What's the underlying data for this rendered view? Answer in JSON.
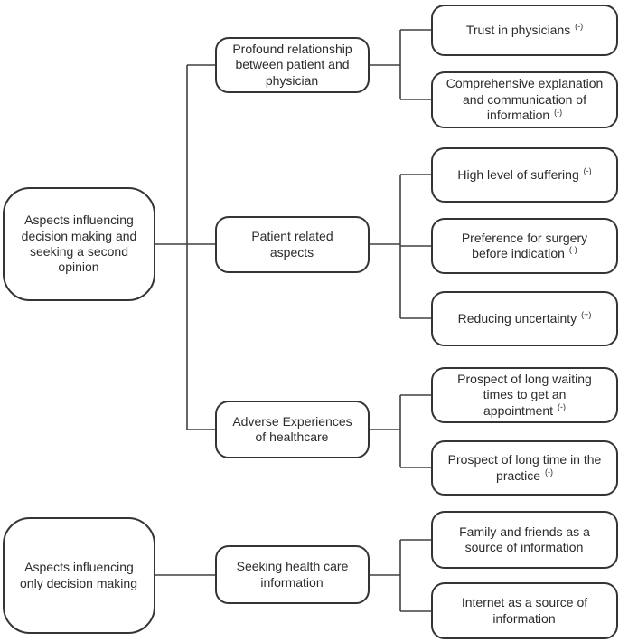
{
  "diagram": {
    "type": "hierarchy-flowchart",
    "colors": {
      "background": "#ffffff",
      "box_border": "#343434",
      "connector_line": "#404040",
      "text": "#2b2b2b"
    },
    "nodes": {
      "l1": {
        "label": "Aspects influencing decision making and seeking a second opinion",
        "sup": ""
      },
      "l2": {
        "label": "Aspects influencing only decision making",
        "sup": ""
      },
      "m1": {
        "label": "Profound relationship between patient and physician",
        "sup": ""
      },
      "m2": {
        "label": "Patient related aspects",
        "sup": ""
      },
      "m3": {
        "label": "Adverse Experiences of healthcare",
        "sup": ""
      },
      "m4": {
        "label": "Seeking health care information",
        "sup": ""
      },
      "r1": {
        "label": "Trust in physicians",
        "sup": "(-)"
      },
      "r2": {
        "label": "Comprehensive explanation and communication of information",
        "sup": "(-)"
      },
      "r3": {
        "label": "High level of suffering",
        "sup": "(-)"
      },
      "r4": {
        "label": "Preference for surgery before indication",
        "sup": "(-)"
      },
      "r5": {
        "label": "Reducing uncertainty",
        "sup": "(+)"
      },
      "r6": {
        "label": "Prospect of long waiting times to get an appointment",
        "sup": "(-)"
      },
      "r7": {
        "label": "Prospect of long time in the practice",
        "sup": "(-)"
      },
      "r8": {
        "label": "Family and friends as a source of information",
        "sup": ""
      },
      "r9": {
        "label": "Internet as a source of information",
        "sup": ""
      }
    },
    "edges": [
      {
        "from": "l1",
        "to": [
          "m1",
          "m2",
          "m3"
        ]
      },
      {
        "from": "l2",
        "to": [
          "m4"
        ]
      },
      {
        "from": "m1",
        "to": [
          "r1",
          "r2"
        ]
      },
      {
        "from": "m2",
        "to": [
          "r3",
          "r4",
          "r5"
        ]
      },
      {
        "from": "m3",
        "to": [
          "r6",
          "r7"
        ]
      },
      {
        "from": "m4",
        "to": [
          "r8",
          "r9"
        ]
      }
    ]
  }
}
